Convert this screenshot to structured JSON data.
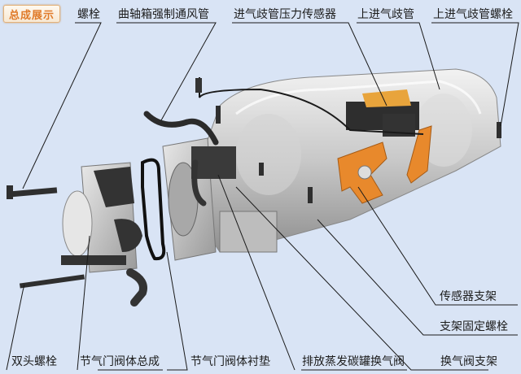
{
  "badge": {
    "label": "总成展示",
    "color": "#e07b2a"
  },
  "labels": {
    "top": [
      {
        "id": "bolt",
        "text": "螺栓"
      },
      {
        "id": "crankcase-vent-tube",
        "text": "曲轴箱强制通风管"
      },
      {
        "id": "map-sensor",
        "text": "进气歧管压力传感器"
      },
      {
        "id": "upper-intake-manifold",
        "text": "上进气歧管"
      },
      {
        "id": "upper-manifold-bolt",
        "text": "上进气歧管螺栓"
      }
    ],
    "right": [
      {
        "id": "sensor-bracket",
        "text": "传感器支架"
      },
      {
        "id": "bracket-bolt",
        "text": "支架固定螺栓"
      }
    ],
    "bottom": [
      {
        "id": "stud-bolt",
        "text": "双头螺栓"
      },
      {
        "id": "throttle-body-assembly",
        "text": "节气门阀体总成"
      },
      {
        "id": "throttle-body-gasket",
        "text": "节气门阀体衬垫"
      },
      {
        "id": "evap-purge-valve",
        "text": "排放蒸发碳罐换气阀"
      },
      {
        "id": "purge-valve-bracket",
        "text": "换气阀支架"
      }
    ]
  },
  "colors": {
    "background": "#d9e4f5",
    "bracket": "#e8892c",
    "metal": "#c9c9c9",
    "dark": "#3a3a3a",
    "leader": "#1a1a1a"
  }
}
